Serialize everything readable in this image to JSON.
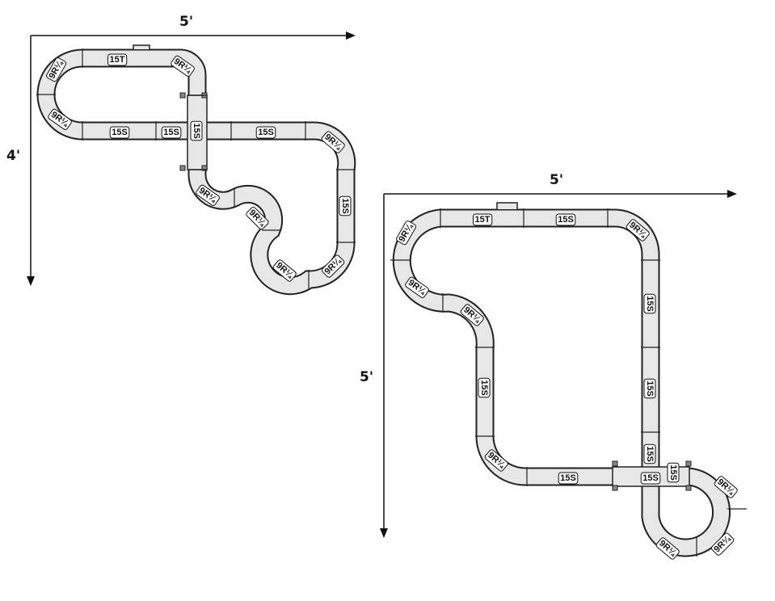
{
  "colors": {
    "track_fill": "#e7e7e7",
    "track_stroke": "#222222",
    "ink": "#111111"
  },
  "layout_a": {
    "width_label": "5'",
    "height_label": "4'",
    "pieces": [
      "15T",
      "9R¼",
      "9R¼",
      "9R¼",
      "15S",
      "15S",
      "15S",
      "15S",
      "9R¼",
      "15S",
      "9R¼",
      "9R¼",
      "9R¼",
      "9R¼"
    ]
  },
  "layout_b": {
    "width_label": "5'",
    "height_label": "5'",
    "pieces": [
      "15T",
      "15S",
      "9R¼",
      "9R¼",
      "9R¼",
      "15S",
      "9R¼",
      "15S",
      "15S",
      "15S",
      "9R¼",
      "15S",
      "15S",
      "15S",
      "9R¼",
      "9R¼",
      "9R¼"
    ]
  }
}
